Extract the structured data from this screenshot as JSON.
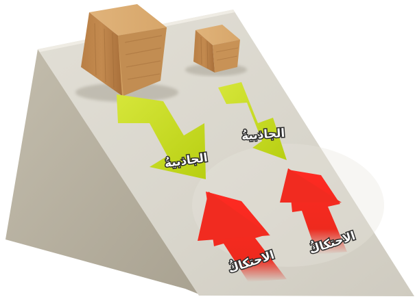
{
  "labels": {
    "gravity_large": "الجاذبيةُ",
    "gravity_small": "الجاذبيةُ",
    "friction_large": "الاحتكاكُ",
    "friction_small": "الاحتكاكُ"
  },
  "colors": {
    "ramp_top": "#d9d6cc",
    "ramp_side": "#b8b2a2",
    "gravity_arrow": "#c8dc1e",
    "friction_arrow": "#e8281e",
    "wood": "#c9965c"
  }
}
